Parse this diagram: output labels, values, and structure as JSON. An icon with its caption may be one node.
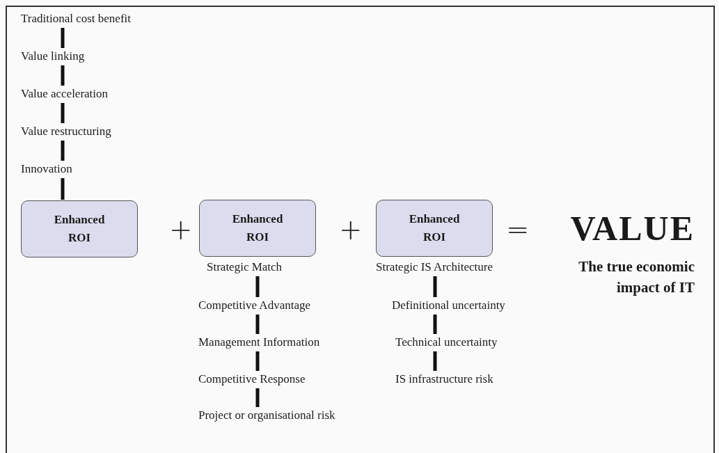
{
  "diagram": {
    "nodes": [
      {
        "text": [
          "Traditional cost benefit"
        ]
      },
      {
        "text": [
          "Value linking"
        ]
      },
      {
        "text": [
          "Value acceleration"
        ]
      },
      {
        "text": [
          "Value restructuring"
        ]
      },
      {
        "text": [
          "Innovation"
        ]
      },
      {
        "text": [
          "Enhanced ROI"
        ]
      },
      {
        "text": [
          "Enhanced ROI"
        ]
      },
      {
        "text": [
          "Enhanced ROI"
        ]
      },
      {
        "text": [
          "Strategic Match"
        ]
      },
      {
        "text": [
          "Competitive Advantage"
        ]
      },
      {
        "text": [
          "Management Information"
        ]
      },
      {
        "text": [
          "Competitive Response"
        ]
      },
      {
        "text": [
          "Project or organisational risk"
        ]
      },
      {
        "text": [
          "Strategic IS Architecture"
        ]
      },
      {
        "text": [
          "Definitional uncertainty"
        ]
      },
      {
        "text": [
          "Technical uncertainty"
        ]
      },
      {
        "text": [
          "IS infrastructure risk"
        ]
      }
    ],
    "edges": [
      {
        "from": 0,
        "to": 1,
        "arrow": "none"
      },
      {
        "from": 1,
        "to": 2,
        "arrow": "none"
      },
      {
        "from": 2,
        "to": 3,
        "arrow": "none"
      },
      {
        "from": 3,
        "to": 4,
        "arrow": "none"
      },
      {
        "from": 4,
        "to": 5,
        "arrow": "none"
      },
      {
        "from": 8,
        "to": 9,
        "arrow": "none"
      },
      {
        "from": 9,
        "to": 10,
        "arrow": "none"
      },
      {
        "from": 10,
        "to": 11,
        "arrow": "none"
      },
      {
        "from": 11,
        "to": 12,
        "arrow": "none"
      },
      {
        "from": 13,
        "to": 14,
        "arrow": "none"
      },
      {
        "from": 14,
        "to": 15,
        "arrow": "none"
      },
      {
        "from": 15,
        "to": 16,
        "arrow": "none"
      }
    ],
    "labels": [
      "+",
      "+",
      "=",
      "VALUE",
      "The true economic impact of IT"
    ]
  }
}
